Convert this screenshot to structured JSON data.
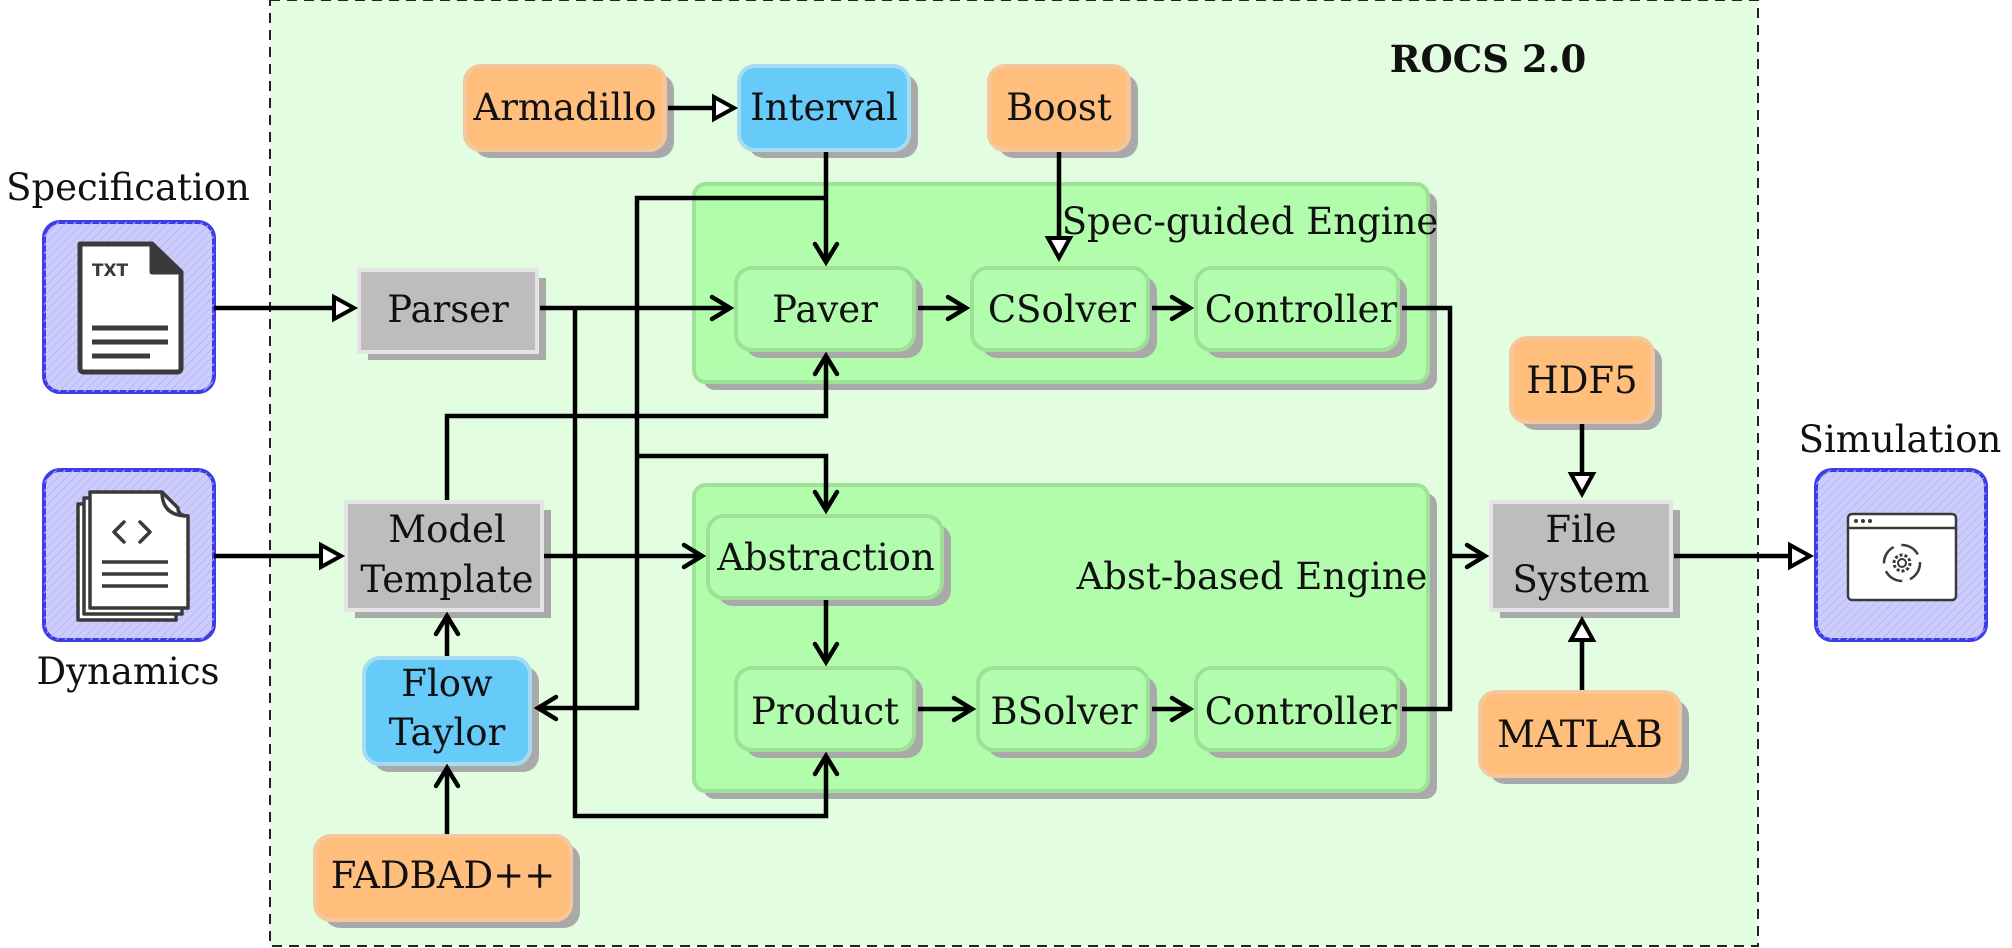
{
  "title": "ROCS 2.0",
  "inputs": {
    "specification": "Specification",
    "dynamics": "Dynamics",
    "simulation": "Simulation",
    "txt_badge": "TXT",
    "icons": {
      "specification": "txt-file-icon",
      "dynamics": "code-files-icon",
      "simulation": "browser-gear-icon"
    }
  },
  "nodes": {
    "armadillo": "Armadillo",
    "interval": "Interval",
    "boost": "Boost",
    "parser": "Parser",
    "paver": "Paver",
    "csolver": "CSolver",
    "controller_spec": "Controller",
    "hdf5": "HDF5",
    "model_template": [
      "Model",
      "Template"
    ],
    "flow_taylor": [
      "Flow",
      "Taylor"
    ],
    "abstraction": "Abstraction",
    "product": "Product",
    "bsolver": "BSolver",
    "controller_abst": "Controller",
    "file_system": [
      "File",
      "System"
    ],
    "matlab": "MATLAB",
    "fadbad": "FADBAD++"
  },
  "engines": {
    "spec_guided": "Spec-guided Engine",
    "abst_based": "Abst-based Engine"
  },
  "colors": {
    "outer_bg": "#e3fde1",
    "engine_bg": "#b1fdab",
    "engine_border": "#9ee298",
    "module_bg": "#b2fdad",
    "module_border": "#9de096",
    "orange_bg": "#ffbe7c",
    "orange_border": "#f4c79c",
    "blue_bg": "#67cbf9",
    "blue_border": "#a6dcf2",
    "gray_bg": "#bdbdbd",
    "gray_border": "#e4e4e4",
    "input_bg": "#ccccfd",
    "input_border": "#3c3ce8",
    "shadow": "#a9a9a9"
  }
}
